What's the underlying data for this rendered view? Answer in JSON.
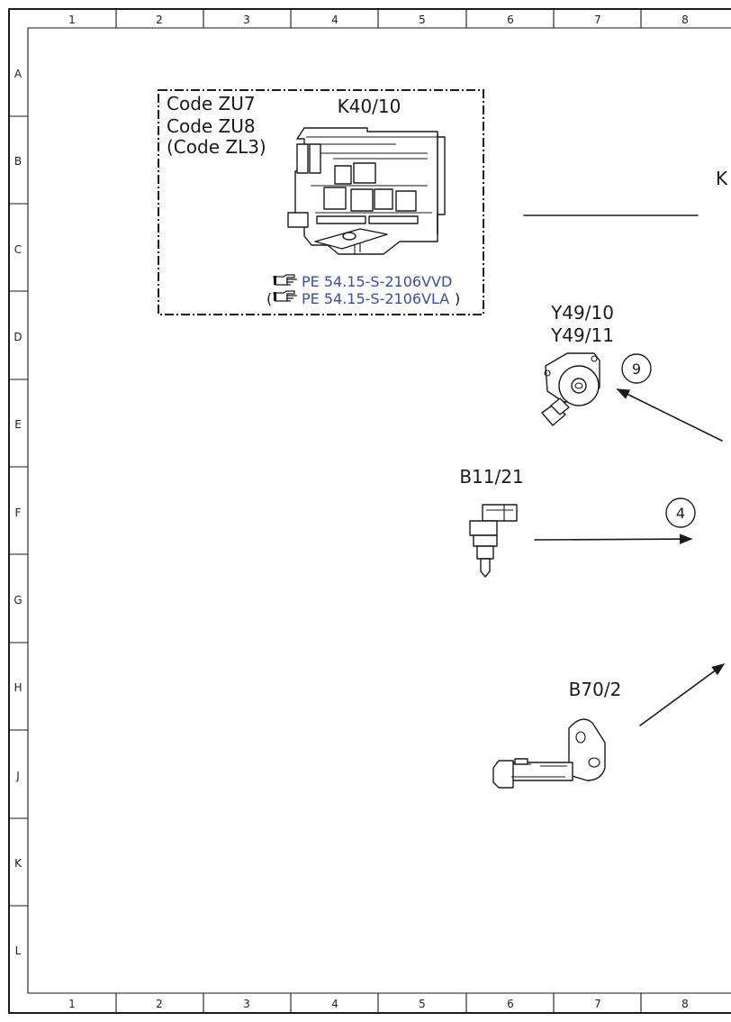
{
  "grid": {
    "columns": [
      "1",
      "2",
      "3",
      "4",
      "5",
      "6",
      "7",
      "8"
    ],
    "rows": [
      "A",
      "B",
      "C",
      "D",
      "E",
      "F",
      "G",
      "H",
      "J",
      "K",
      "L"
    ]
  },
  "inset": {
    "codes": [
      "Code ZU7",
      "Code ZU8",
      "(Code ZL3)"
    ],
    "component": "K40/10",
    "references": [
      {
        "prefix": "",
        "text": "PE 54.15-S-2106VVD",
        "suffix": ""
      },
      {
        "prefix": "(",
        "text": "PE 54.15-S-2106VLA",
        "suffix": ")"
      }
    ]
  },
  "cut_off_label": "K",
  "components": {
    "y49_a": "Y49/10",
    "y49_b": "Y49/11",
    "b11": "B11/21",
    "b70": "B70/2"
  },
  "callouts": {
    "y49": "9",
    "b11": "4"
  },
  "colors": {
    "line": "#1a1a1a",
    "reference_link": "#3a4fa0",
    "background": "#ffffff"
  }
}
